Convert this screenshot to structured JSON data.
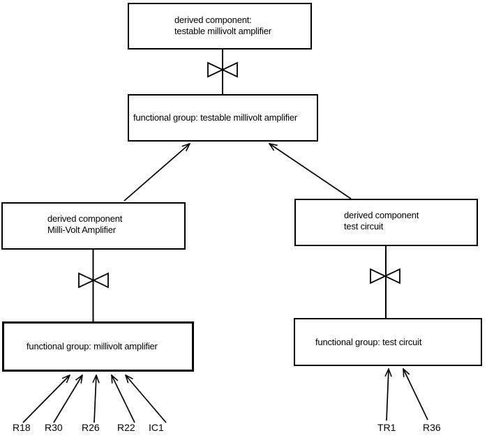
{
  "colors": {
    "background": "#ffffff",
    "line": "#000000",
    "text": "#000000"
  },
  "diagram": {
    "nodes": {
      "top_derived": {
        "line1": "derived component:",
        "line2": "testable millivolt amplifier"
      },
      "top_functional": {
        "label": "functional group: testable millivolt amplifier"
      },
      "left_derived": {
        "line1": "derived component",
        "line2": "Milli-Volt Amplifier"
      },
      "left_functional": {
        "label": "functional group: millivolt amplifier"
      },
      "right_derived": {
        "line1": "derived component",
        "line2": "test circuit"
      },
      "right_functional": {
        "label": "functional group: test circuit"
      }
    },
    "component_labels": {
      "left": [
        "R18",
        "R30",
        "R26",
        "R22",
        "IC1"
      ],
      "right": [
        "TR1",
        "R36"
      ]
    }
  }
}
